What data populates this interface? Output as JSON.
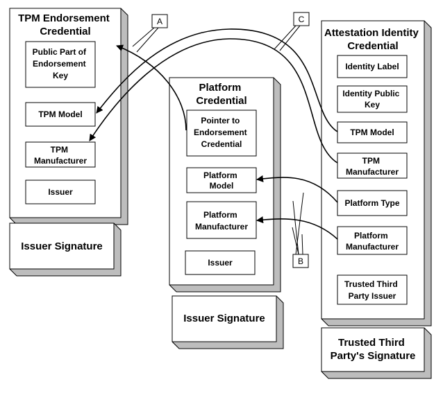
{
  "ek_credential": {
    "title": [
      "TPM Endorsement",
      "Credential"
    ],
    "fields": [
      [
        "Public Part of",
        "Endorsement",
        "Key"
      ],
      [
        "TPM Model"
      ],
      [
        "TPM",
        "Manufacturer"
      ],
      [
        "Issuer"
      ]
    ],
    "signature": [
      "Issuer Signature"
    ]
  },
  "platform_credential": {
    "title": [
      "Platform",
      "Credential"
    ],
    "fields": [
      [
        "Pointer to",
        "Endorsement",
        "Credential"
      ],
      [
        "Platform",
        "Model"
      ],
      [
        "Platform",
        "Manufacturer"
      ],
      [
        "Issuer"
      ]
    ],
    "signature": [
      "Issuer Signature"
    ]
  },
  "aik_credential": {
    "title": [
      "Attestation Identity",
      "Credential"
    ],
    "fields": [
      [
        "Identity Label"
      ],
      [
        "Identity Public",
        "Key"
      ],
      [
        "TPM Model"
      ],
      [
        "TPM",
        "Manufacturer"
      ],
      [
        "Platform Type"
      ],
      [
        "Platform",
        "Manufacturer"
      ],
      [
        "Trusted Third",
        "Party Issuer"
      ]
    ],
    "signature": [
      "Trusted Third",
      "Party's Signature"
    ]
  },
  "callouts": [
    "A",
    "B",
    "C"
  ]
}
